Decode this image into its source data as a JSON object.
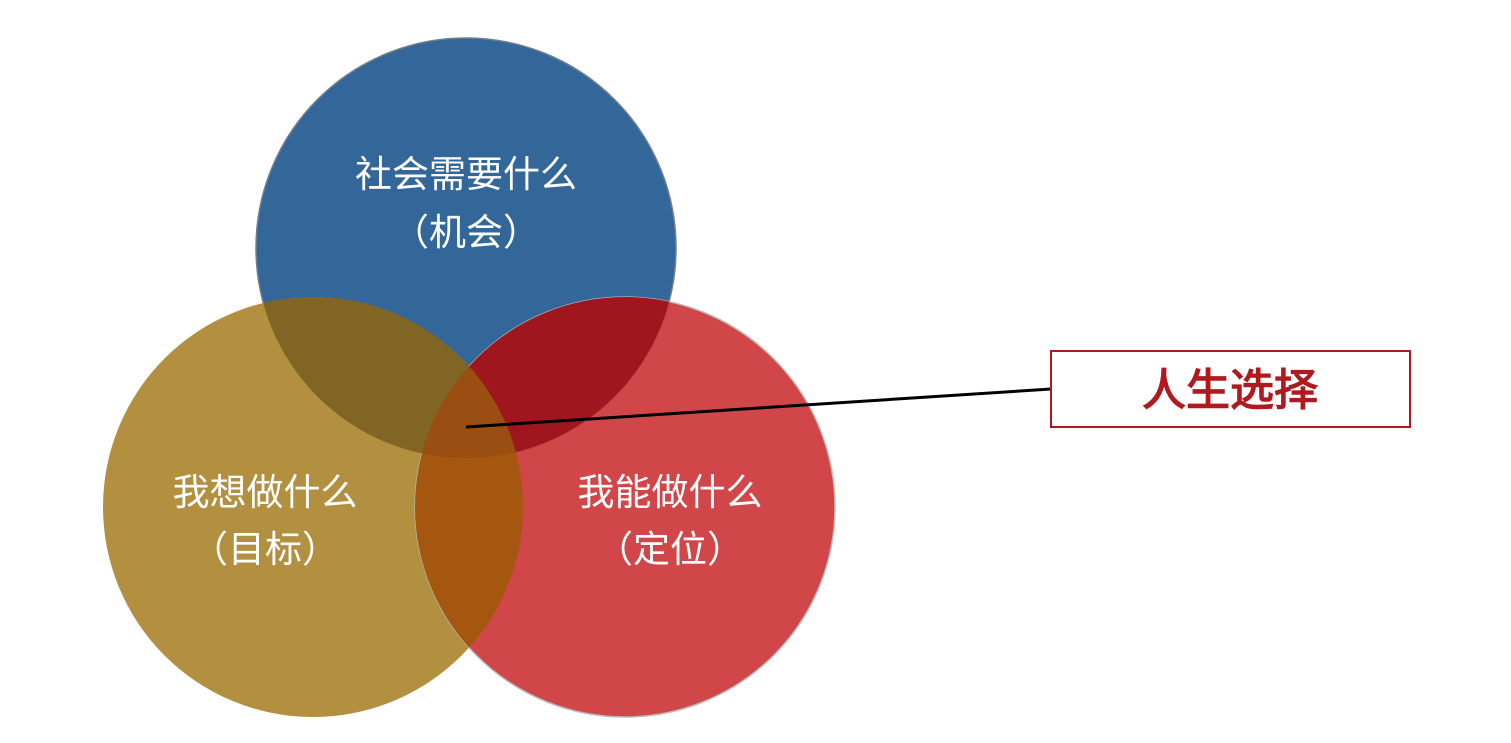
{
  "colors": {
    "blue": "#336699",
    "gold": "#b08a38",
    "red": "#cc3336",
    "callout_border": "#b01a1f",
    "callout_text": "#b01a1f",
    "label_text": "#ffffff"
  },
  "circles": {
    "top": {
      "line1": "社会需要什么",
      "line2": "（机会）"
    },
    "left": {
      "line1": "我想做什么",
      "line2": "（目标）"
    },
    "right": {
      "line1": "我能做什么",
      "line2": "（定位）"
    }
  },
  "callout": {
    "label": "人生选择"
  }
}
